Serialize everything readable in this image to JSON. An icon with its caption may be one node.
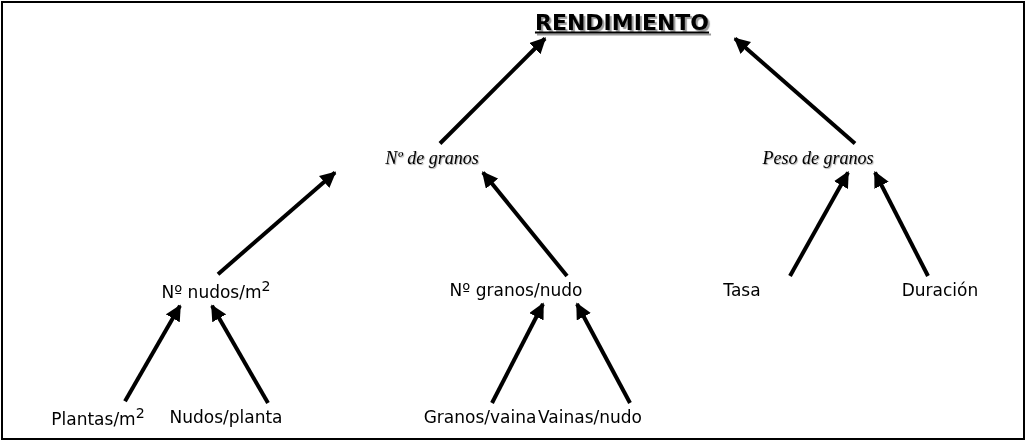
{
  "diagram": {
    "nodes": [
      {
        "text": [
          "RENDIMIENTO"
        ]
      },
      {
        "text": [
          "Nº de granos"
        ]
      },
      {
        "text": [
          "Peso de granos"
        ]
      },
      {
        "text": [
          "Nº nudos/m$^{2}$"
        ]
      },
      {
        "text": [
          "Nº granos/nudo"
        ]
      },
      {
        "text": [
          "Tasa"
        ]
      },
      {
        "text": [
          "Duración"
        ]
      },
      {
        "text": [
          "Plantas/m$^{2}$"
        ]
      },
      {
        "text": [
          "Nudos/planta"
        ]
      },
      {
        "text": [
          "Granos/vaina"
        ]
      },
      {
        "text": [
          "Vainas/nudo"
        ]
      }
    ],
    "edges": [
      {
        "from": 1,
        "to": 0,
        "arrow": "to"
      },
      {
        "from": 2,
        "to": 0,
        "arrow": "to"
      },
      {
        "from": 3,
        "to": 1,
        "arrow": "to"
      },
      {
        "from": 4,
        "to": 1,
        "arrow": "to"
      },
      {
        "from": 5,
        "to": 2,
        "arrow": "to"
      },
      {
        "from": 6,
        "to": 2,
        "arrow": "to"
      },
      {
        "from": 7,
        "to": 3,
        "arrow": "to"
      },
      {
        "from": 8,
        "to": 3,
        "arrow": "to"
      },
      {
        "from": 9,
        "to": 4,
        "arrow": "to"
      },
      {
        "from": 10,
        "to": 4,
        "arrow": "to"
      }
    ]
  }
}
